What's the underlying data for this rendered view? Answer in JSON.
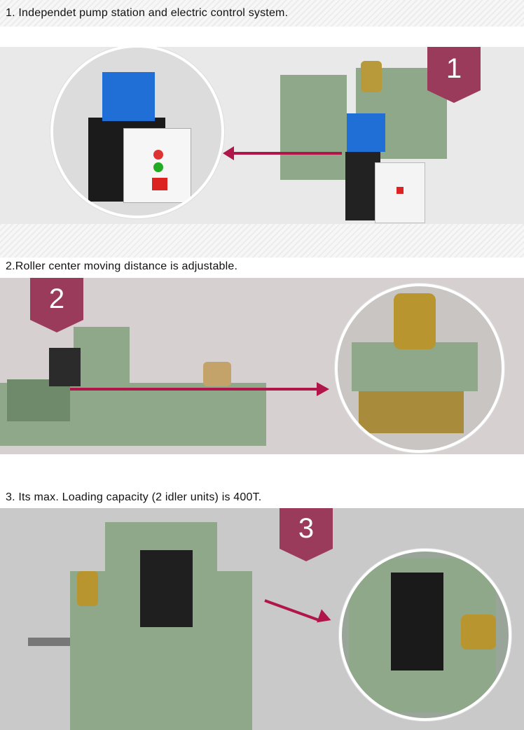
{
  "sections": [
    {
      "heading": "1. Independet pump station and electric control system.",
      "badge": "1"
    },
    {
      "heading": "2.Roller center moving distance is adjustable.",
      "badge": "2"
    },
    {
      "heading": "3. Its max. Loading capacity (2 idler units) is 400T.",
      "badge": "3"
    }
  ],
  "colors": {
    "badge": "#9a3b5c",
    "arrow": "#b1164b",
    "machine_green": "#8fa88a"
  }
}
